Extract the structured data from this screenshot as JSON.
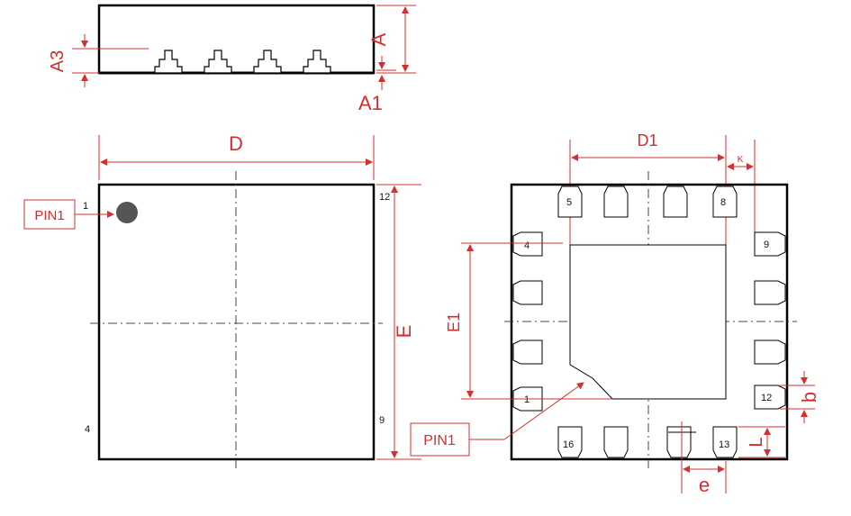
{
  "dimensions": {
    "A": "A",
    "A1": "A1",
    "A3": "A3",
    "D": "D",
    "E": "E",
    "D1": "D1",
    "E1": "E1",
    "K": "K",
    "b": "b",
    "L": "L",
    "e": "e"
  },
  "labels": {
    "pin1_top": "PIN1",
    "pin1_bottom": "PIN1"
  },
  "top_view_pins": {
    "p1": "1",
    "p4": "4",
    "p9": "9",
    "p12": "12"
  },
  "bottom_view_pins": {
    "p1": "1",
    "p4": "4",
    "p5": "5",
    "p8": "8",
    "p9": "9",
    "p12": "12",
    "p13": "13",
    "p16": "16"
  },
  "colors": {
    "dimension": "#d32f2f",
    "outline": "#000000",
    "pin1_dot": "#555555"
  }
}
